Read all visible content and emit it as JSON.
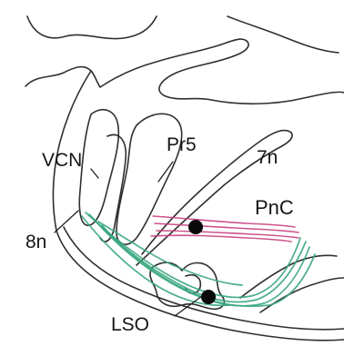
{
  "labels": {
    "vcn": "VCN",
    "pr5": "Pr5",
    "n7": "7n",
    "pnc": "PnC",
    "n8": "8n",
    "lso": "LSO"
  },
  "colors": {
    "outline": "#2f2f2f",
    "green_fibers": "#3aa67e",
    "pink_fibers": "#c8407f",
    "marker": "#0a0a0a",
    "background": "#ffffff"
  }
}
